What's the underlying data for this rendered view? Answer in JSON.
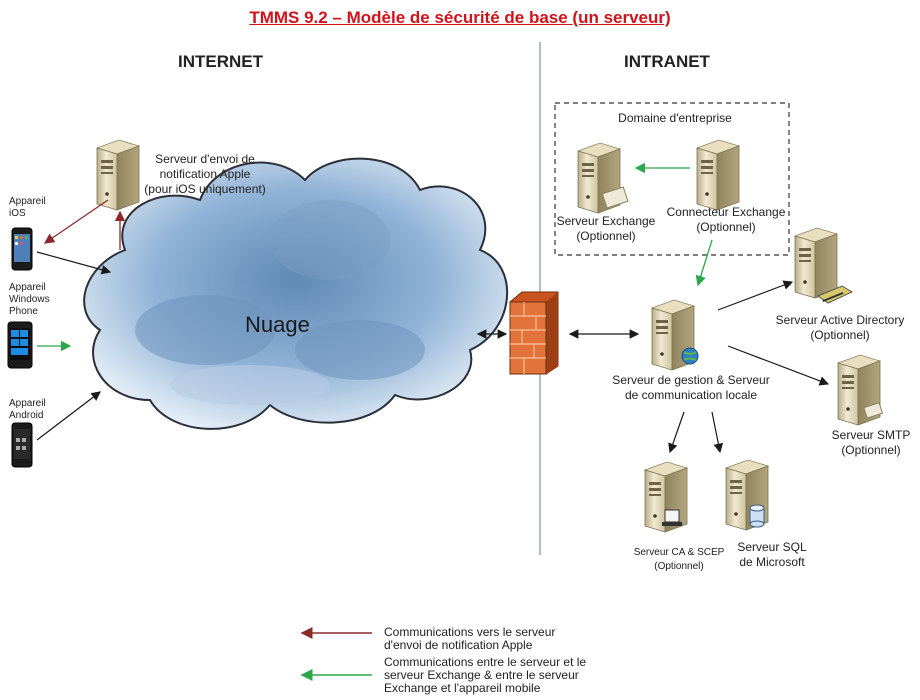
{
  "title": "TMMS 9.2 – Modèle de sécurité de base (un serveur)",
  "sections": {
    "internet": "INTERNET",
    "intranet": "INTRANET"
  },
  "cloud_label": "Nuage",
  "devices": {
    "ios": {
      "line1": "Appareil",
      "line2": "iOS"
    },
    "windows": {
      "line1": "Appareil",
      "line2": "Windows",
      "line3": "Phone"
    },
    "android": {
      "line1": "Appareil",
      "line2": "Android"
    }
  },
  "apple_server": {
    "line1": "Serveur d'envoi de",
    "line2": "notification Apple",
    "line3": "(pour iOS uniquement)"
  },
  "domain_box": {
    "label": "Domaine d'entreprise"
  },
  "exchange_server": {
    "line1": "Serveur Exchange",
    "line2": "(Optionnel)"
  },
  "exchange_connector": {
    "line1": "Connecteur Exchange",
    "line2": "(Optionnel)"
  },
  "management_server": {
    "line1": "Serveur de gestion & Serveur",
    "line2": "de communication locale"
  },
  "ad_server": {
    "line1": "Serveur Active Directory",
    "line2": "(Optionnel)"
  },
  "smtp_server": {
    "line1": "Serveur SMTP",
    "line2": "(Optionnel)"
  },
  "ca_server": {
    "line1": "Serveur CA & SCEP",
    "line2": "(Optionnel)"
  },
  "sql_server": {
    "line1": "Serveur SQL",
    "line2": "de Microsoft"
  },
  "legend": [
    {
      "color": "#8b2a2a",
      "line1": "Communications vers le serveur",
      "line2": "d'envoi de notification Apple",
      "line3": ""
    },
    {
      "color": "#2aa84a",
      "line1": "Communications entre le serveur et le",
      "line2": "serveur Exchange & entre le serveur",
      "line3": "Exchange et l'appareil mobile"
    }
  ],
  "colors": {
    "title": "#d0121b",
    "apple_arrow": "#8b2a2a",
    "exchange_arrow": "#2aa84a",
    "normal_arrow": "#1a1a1a"
  }
}
